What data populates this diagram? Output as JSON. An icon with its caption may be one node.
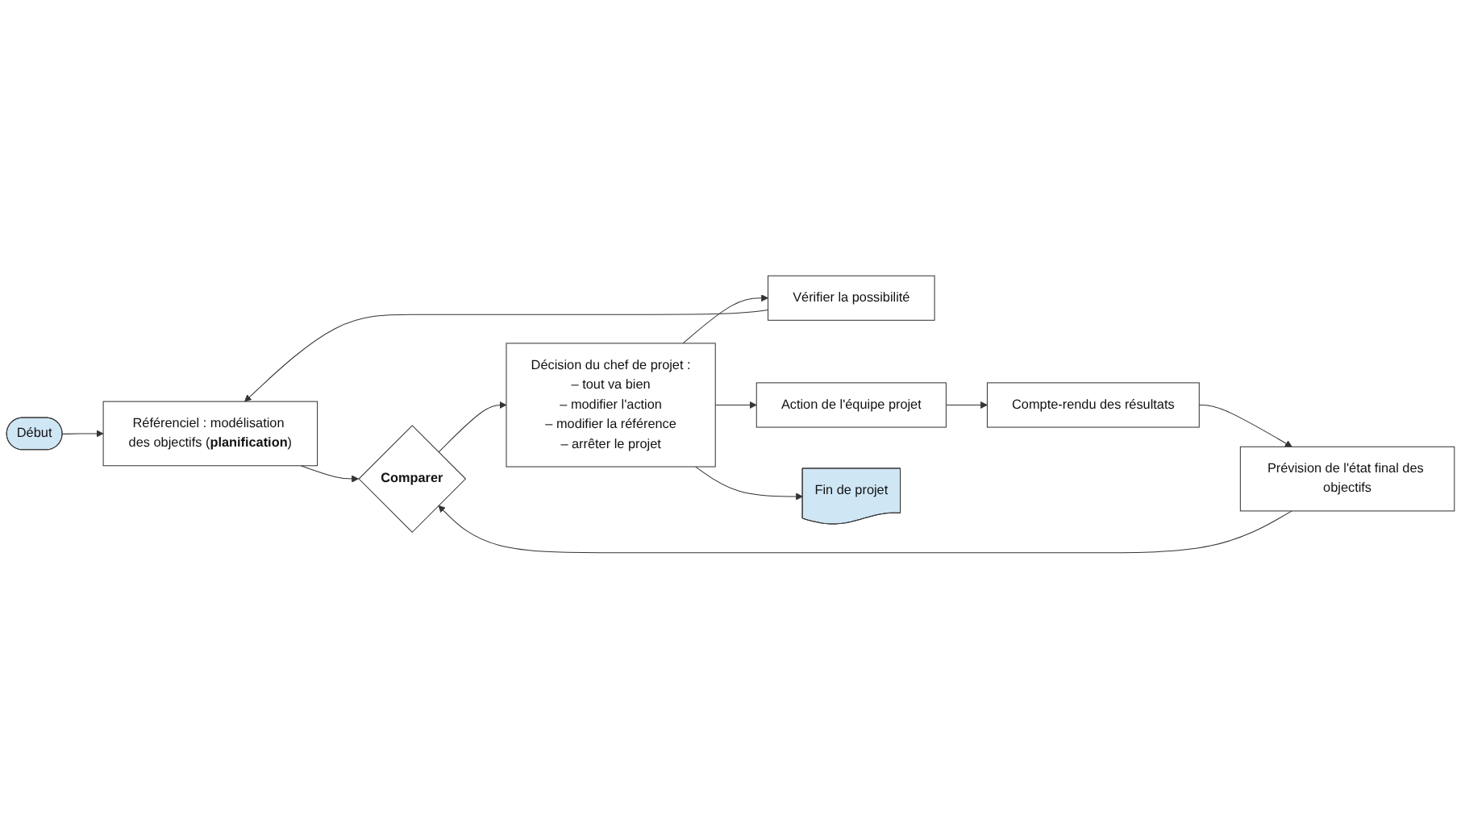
{
  "diagram": {
    "nodes": [
      {
        "text": [
          "Début"
        ]
      },
      {
        "text": [
          "Référenciel : modélisation des objectifs (**planification**)"
        ]
      },
      {
        "text": [
          "Comparer"
        ]
      },
      {
        "text": [
          "Prévision de l'état final des objectifs"
        ]
      },
      {
        "text": [
          "Décision du chef de projet :",
          "– tout va bien",
          "– modifier l'action",
          "– modifier la référence",
          "– arrêter le projet"
        ]
      },
      {
        "text": [
          "Compte-rendu des résultats"
        ]
      },
      {
        "text": [
          "Vérifier la possibilité"
        ]
      },
      {
        "text": [
          "Action de l'équipe projet"
        ]
      },
      {
        "text": [
          "Fin de projet"
        ]
      }
    ],
    "edges": [
      {
        "from": 0,
        "to": 1,
        "arrow": "to"
      },
      {
        "from": 1,
        "to": 2,
        "arrow": "to"
      },
      {
        "from": 3,
        "to": 2,
        "arrow": "to"
      },
      {
        "from": 2,
        "to": 4,
        "arrow": "to"
      },
      {
        "from": 4,
        "to": 7,
        "arrow": "to"
      },
      {
        "from": 7,
        "to": 5,
        "arrow": "to"
      },
      {
        "from": 5,
        "to": 3,
        "arrow": "to"
      },
      {
        "from": 4,
        "to": 6,
        "arrow": "to"
      },
      {
        "from": 6,
        "to": 1,
        "arrow": "to"
      },
      {
        "from": 4,
        "to": 8,
        "arrow": "to"
      }
    ]
  }
}
